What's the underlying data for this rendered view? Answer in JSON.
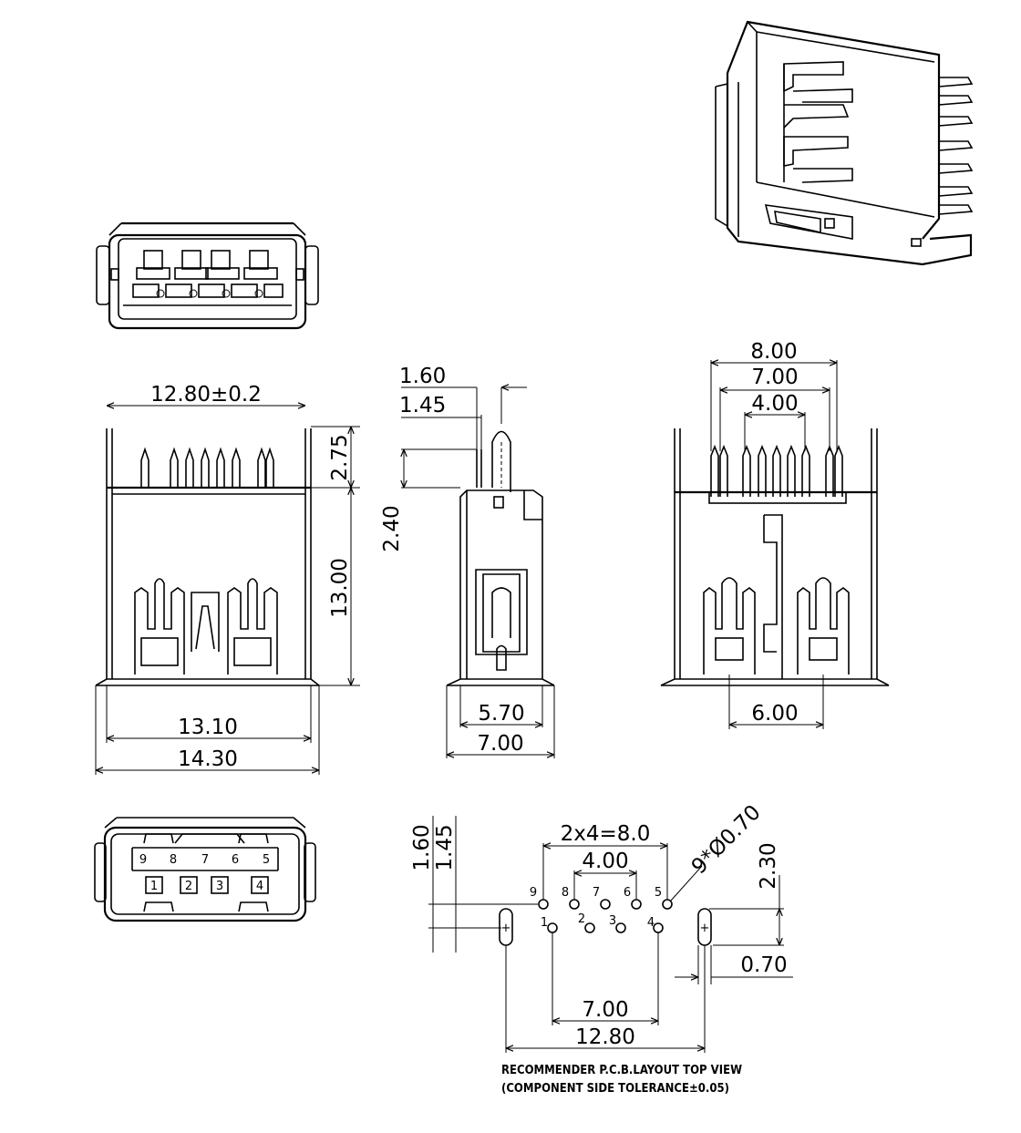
{
  "dimensions": {
    "front_width_top": "12.80±0.2",
    "front_height_pins": "2.75",
    "front_height_body": "13.00",
    "front_width_inner": "13.10",
    "front_width_outer": "14.30",
    "side_pin_width": "1.60",
    "side_pin_thickness": "1.45",
    "side_pin_offset": "2.40",
    "side_depth_inner": "5.70",
    "side_depth_outer": "7.00",
    "back_span_8": "8.00",
    "back_span_7": "7.00",
    "back_span_4": "4.00",
    "back_span_6": "6.00",
    "pcb_hole_pitch": "2x4=8.0",
    "pcb_inner_pitch": "4.00",
    "pcb_hole_spec": "9*Ø0.70",
    "pcb_row_spacing": "2.30",
    "pcb_slot_height": "1.60",
    "pcb_slot_height2": "1.45",
    "pcb_slot_width": "0.70",
    "pcb_span_7": "7.00",
    "pcb_span_12": "12.80"
  },
  "top_view_pins": {
    "row_top": [
      "9",
      "8",
      "7",
      "6",
      "5"
    ],
    "row_bottom": [
      "1",
      "2",
      "3",
      "4"
    ]
  },
  "pcb_pins": {
    "top": [
      "9",
      "8",
      "7",
      "6",
      "5"
    ],
    "bottom": [
      "1",
      "2",
      "3",
      "4"
    ]
  },
  "notes": {
    "line1": "RECOMMENDER P.C.B.LAYOUT TOP VIEW",
    "line2": "(COMPONENT SIDE TOLERANCE±0.05)"
  }
}
